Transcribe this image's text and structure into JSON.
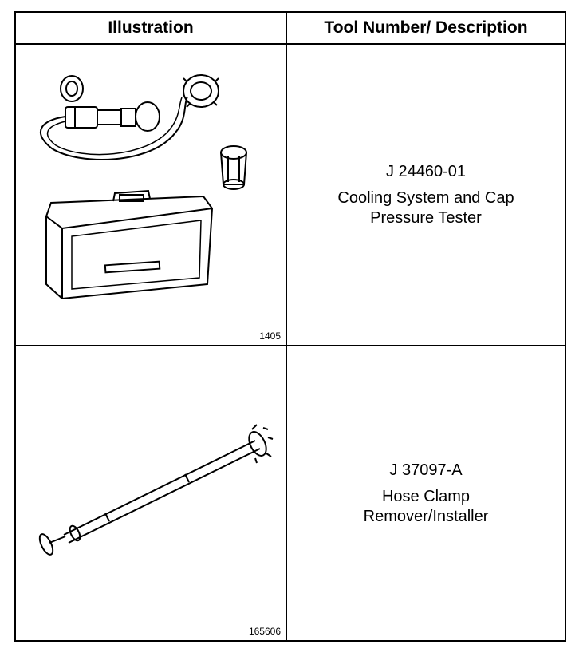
{
  "table": {
    "headers": [
      "Illustration",
      "Tool Number/ Description"
    ],
    "rows": [
      {
        "figure_number": "1405",
        "tool_number": "J 24460-01",
        "description": "Cooling System and Cap\nPressure Tester"
      },
      {
        "figure_number": "165606",
        "tool_number": "J 37097-A",
        "description": "Hose Clamp\nRemover/Installer"
      }
    ]
  }
}
